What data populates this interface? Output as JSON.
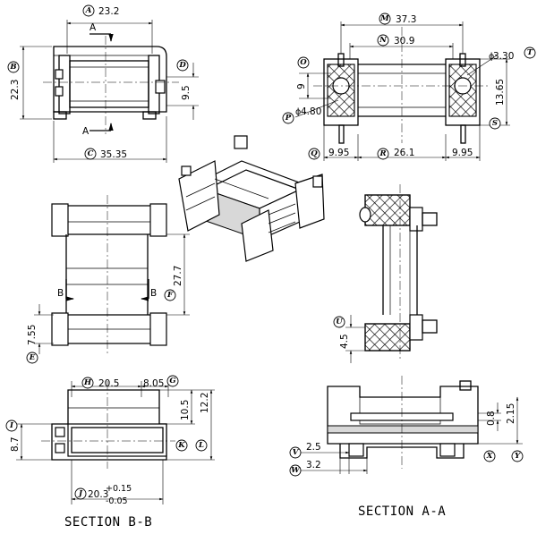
{
  "dimensions": {
    "A": "23.2",
    "B": "22.3",
    "C": "35.35",
    "D": "9.5",
    "M": "37.3",
    "N": "30.9",
    "T": "3.30",
    "O": "9",
    "S": "13.65",
    "P": "4.80",
    "Q": "9.95",
    "R": "26.1",
    "Q2": "9.95",
    "F": "27.7",
    "E": "7.55",
    "U": "4.5",
    "H": "20.5",
    "G": "8.05",
    "I": "8.7",
    "K": "10.5",
    "L": "12.2",
    "J": "20.3",
    "J_tol_plus": "+0.15",
    "J_tol_minus": "-0.05",
    "X": "0.8",
    "Y": "2.15",
    "V": "2.5",
    "W": "3.2"
  },
  "section_marks": {
    "a": "A",
    "b": "B"
  },
  "captions": {
    "section_bb": "SECTION B-B",
    "section_aa": "SECTION A-A"
  }
}
